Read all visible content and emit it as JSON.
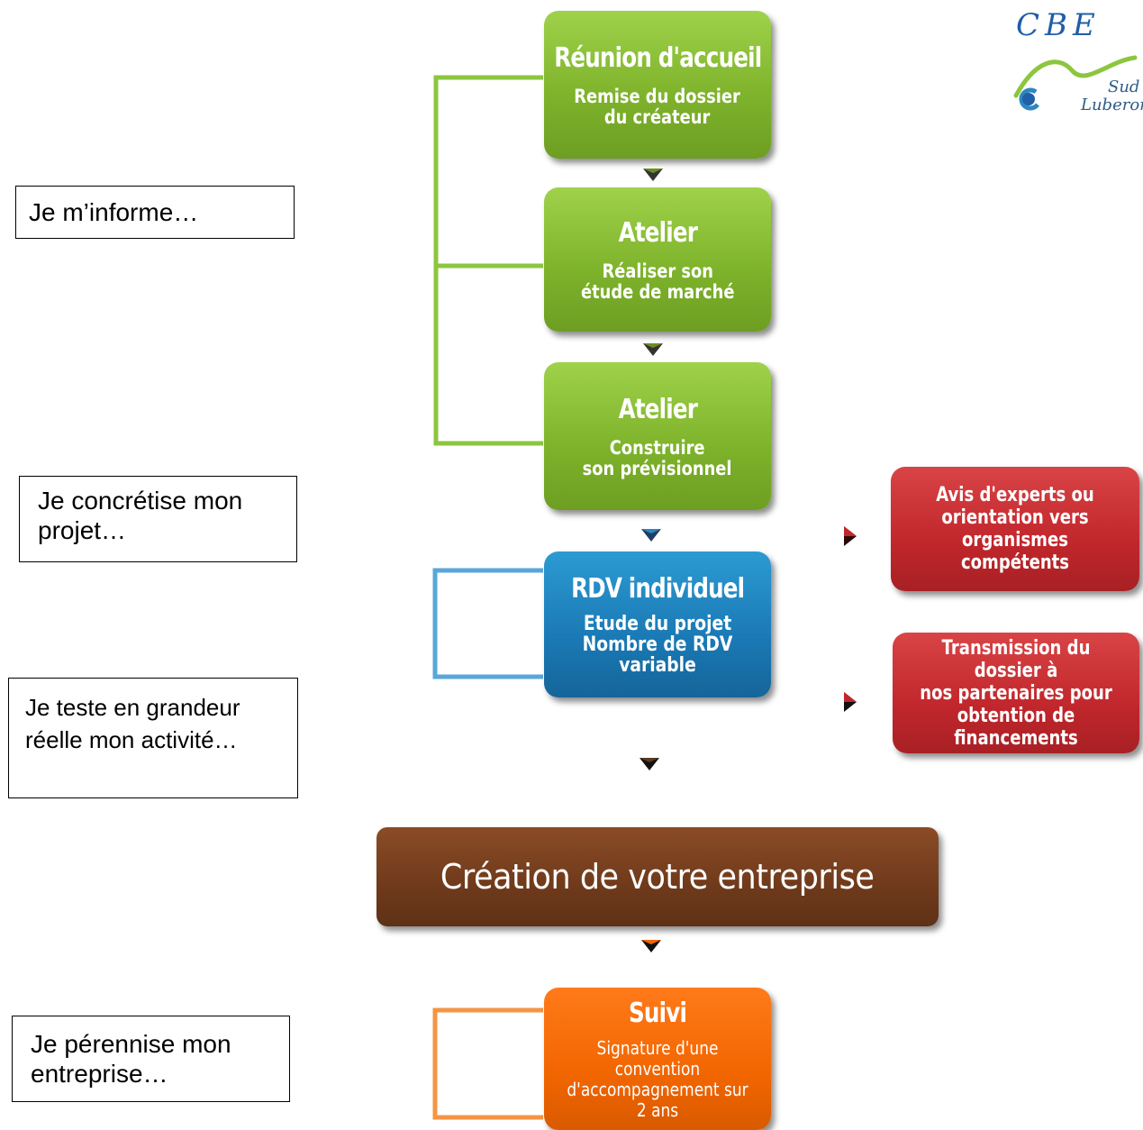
{
  "side_labels": [
    {
      "text": "Je m’informe…"
    },
    {
      "text": "Je concrétise mon projet…"
    },
    {
      "text": "Je teste en grandeur réelle mon activité…"
    },
    {
      "text": "Je pérennise mon entreprise…"
    }
  ],
  "steps": {
    "reunion": {
      "title": "Réunion d'accueil",
      "sub": "Remise du dossier\ndu créateur"
    },
    "atelier1": {
      "title": "Atelier",
      "sub": "Réaliser son\nétude de marché"
    },
    "atelier2": {
      "title": "Atelier",
      "sub": "Construire\nson prévisionnel"
    },
    "rdv": {
      "title": "RDV individuel",
      "sub": "Etude du projet\nNombre de RDV variable"
    },
    "avis": {
      "text": "Avis d'experts ou\norientation vers organismes\ncompétents"
    },
    "transmission": {
      "text": "Transmission du dossier à\nnos partenaires pour\nobtention de financements"
    },
    "creation": {
      "title": "Création de votre entreprise"
    },
    "suivi": {
      "title": "Suivi",
      "sub": "Signature d'une convention\nd'accompagnement sur 2 ans"
    }
  },
  "logo": {
    "line1": "CBE",
    "line2": "Sud",
    "line3": "Luberon"
  },
  "colors": {
    "green": "#8cc63f",
    "blue": "#1c7bb8",
    "red": "#c1272d",
    "orange": "#f26600",
    "brown": "#6f3a1b",
    "bracket_green": "#8cc63f",
    "bracket_blue": "#58a7d8",
    "bracket_orange": "#f59444"
  }
}
